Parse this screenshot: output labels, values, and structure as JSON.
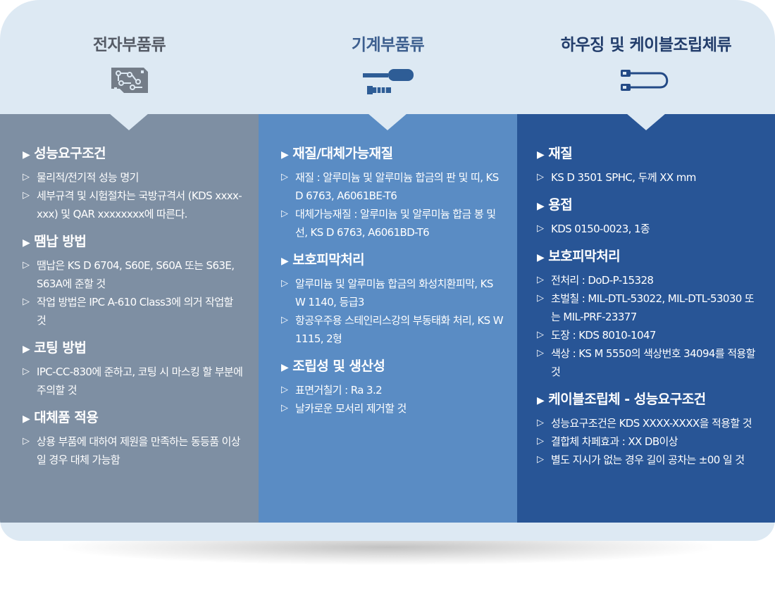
{
  "headers": [
    {
      "title": "전자부품류",
      "color": "#555b66",
      "icon": "circuit-board-icon"
    },
    {
      "title": "기계부품류",
      "color": "#3d5f8f",
      "icon": "screwdriver-bolt-icon"
    },
    {
      "title": "하우징 및 케이블조립체류",
      "color": "#223d6b",
      "icon": "cable-icon"
    }
  ],
  "columns": [
    {
      "color": "#7e8fa3",
      "sections": [
        {
          "heading": "성능요구조건",
          "items": [
            "물리적/전기적 성능 명기",
            "세부규격 및 시험절차는 국방규격서 (KDS xxxx-xxx) 및 QAR xxxxxxxx에 따른다."
          ]
        },
        {
          "heading": "땜납 방법",
          "items": [
            "땜납은 KS D 6704, S60E, S60A 또는 S63E, S63A에 준할 것",
            "작업 방법은 IPC A-610 Class3에 의거 작업할 것"
          ]
        },
        {
          "heading": "코팅 방법",
          "items": [
            "IPC-CC-830에 준하고, 코팅 시 마스킹 할 부분에 주의할 것"
          ]
        },
        {
          "heading": "대체품 적용",
          "items": [
            "상용 부품에 대하여 제원을 만족하는 동등품 이상일 경우 대체 가능함"
          ]
        }
      ]
    },
    {
      "color": "#5a8cc4",
      "sections": [
        {
          "heading": "재질/대체가능재질",
          "items": [
            "재질 : 알루미늄 및 알루미늄 합금의 판 및 띠, KS D 6763, A6061BE-T6",
            "대체가능재질 : 알루미늄 및 알루미늄 합금 봉 및 선, KS D 6763, A6061BD-T6"
          ]
        },
        {
          "heading": "보호피막처리",
          "items": [
            "알루미늄 및 알루미늄 합금의 화성치환피막, KS W 1140, 등급3",
            "항공우주용 스테인리스강의 부동태화 처리, KS W 1115, 2형"
          ]
        },
        {
          "heading": "조립성 및 생산성",
          "items": [
            "표면거칠기 : Ra 3.2",
            "날카로운 모서리 제거할 것"
          ]
        }
      ]
    },
    {
      "color": "#285596",
      "sections": [
        {
          "heading": "재질",
          "items": [
            "KS D 3501 SPHC, 두께 XX mm"
          ]
        },
        {
          "heading": "용접",
          "items": [
            "KDS 0150-0023, 1종"
          ]
        },
        {
          "heading": "보호피막처리",
          "items": [
            "전처리 : DoD-P-15328",
            "초벌칠 : MIL-DTL-53022, MIL-DTL-53030 또는 MIL-PRF-23377",
            "도장 : KDS 8010-1047",
            "색상 : KS M 5550의 색상번호 34094를 적용할 것"
          ]
        },
        {
          "heading": "케이블조립체 - 성능요구조건",
          "items": [
            "성능요구조건은 KDS XXXX-XXXX을 적용할 것",
            "결합체 차페효과 : XX DB이상",
            "별도 지시가 없는 경우 길이 공차는 ±00 일 것"
          ]
        }
      ]
    }
  ]
}
